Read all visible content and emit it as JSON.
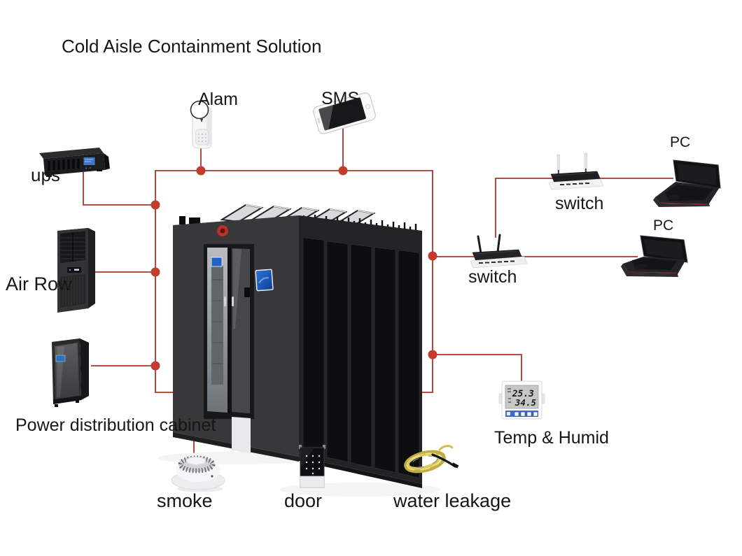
{
  "title": "Cold Aisle Containment Solution",
  "colors": {
    "line": "#a8372a",
    "dot": "#c23b2c",
    "screen_blue": "#3c74c2"
  },
  "nodes": {
    "alarm": {
      "label": "Alam"
    },
    "sms": {
      "label": "SMS"
    },
    "ups": {
      "label": "ups"
    },
    "air_row": {
      "label": "Air Row"
    },
    "power_cabinet": {
      "label": "Power distribution cabinet"
    },
    "switch_top": {
      "label": "switch"
    },
    "switch_bottom": {
      "label": "switch"
    },
    "pc_top": {
      "label": "PC"
    },
    "pc_bottom": {
      "label": "PC"
    },
    "temp_humid": {
      "label": "Temp & Humid",
      "temp": "25.3",
      "humidity": "34.5"
    },
    "smoke": {
      "label": "smoke"
    },
    "door": {
      "label": "door"
    },
    "water_leakage": {
      "label": "water leakage"
    }
  }
}
